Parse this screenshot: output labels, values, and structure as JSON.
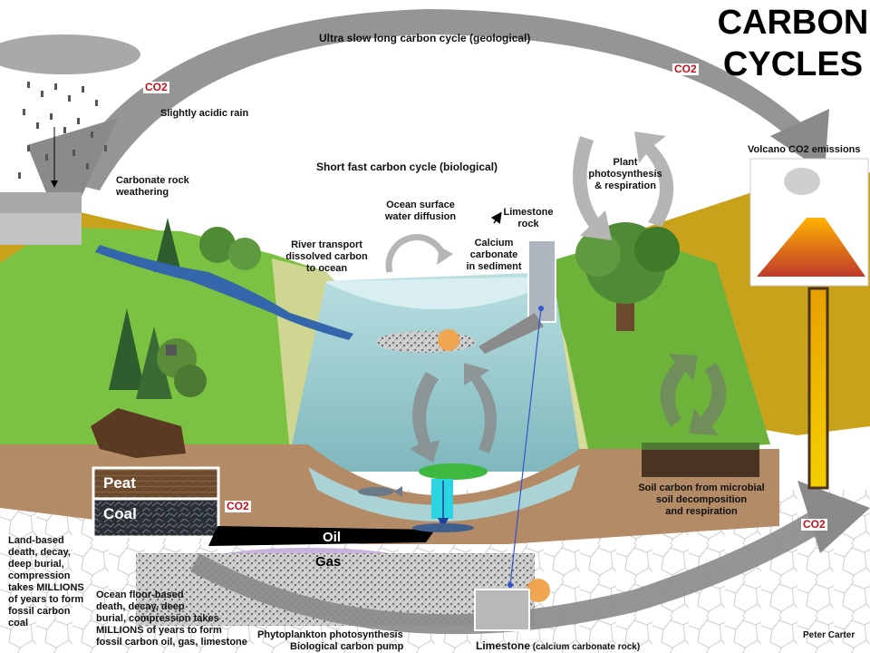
{
  "title_line1": "CARBON",
  "title_line2": "CYCLES",
  "labels": {
    "ultra_slow": "Ultra slow long carbon cycle (geological)",
    "short_fast": "Short fast carbon cycle (biological)",
    "acidic_rain": "Slightly acidic rain",
    "rock_weathering_1": "Carbonate  rock",
    "rock_weathering_2": "weathering",
    "volcano": "Volcano CO2 emissions",
    "plant_1": "Plant",
    "plant_2": "photosynthesis",
    "plant_3": "& respiration",
    "ocean_diff_1": "Ocean surface",
    "ocean_diff_2": "water diffusion",
    "limestone_rock_1": "Limestone",
    "limestone_rock_2": "rock",
    "calcium_1": "Calcium",
    "calcium_2": "carbonate",
    "calcium_3": "in sediment",
    "river_1": "River transport",
    "river_2": "dissolved carbon",
    "river_3": "to ocean",
    "peat": "Peat",
    "coal": "Coal",
    "oil": "Oil",
    "gas": "Gas",
    "soil_1": "Soil carbon from microbial",
    "soil_2": "soil decomposition",
    "soil_3": "and respiration",
    "land_based_1": "Land-based",
    "land_based_2": "death, decay,",
    "land_based_3": "deep burial,",
    "land_based_4": "compression",
    "land_based_5": "takes MILLIONS",
    "land_based_6": "of years to form",
    "land_based_7": "fossil carbon",
    "land_based_8": "coal",
    "ocean_floor_1": "Ocean floor-based",
    "ocean_floor_2": "death, decay, deep",
    "ocean_floor_3": "burial, compression  takes",
    "ocean_floor_4": "MILLIONS of years to form",
    "ocean_floor_5": "fossil carbon oil, gas, limestone",
    "phyto_1": "Phytoplankton  photosynthesis",
    "phyto_2": "Biological carbon pump",
    "limestone_bottom_main": "Limestone",
    "limestone_bottom_sub": " (calcium carbonate  rock)",
    "credit": "Peter Carter"
  },
  "co2_label": "CO2",
  "colors": {
    "grass": "#7cc242",
    "field": "#c9a21c",
    "ocean": "#9cc9cf",
    "soil": "#b38b67",
    "arrow_grey": "#8a8a8a",
    "co2_red": "#c1121f"
  }
}
